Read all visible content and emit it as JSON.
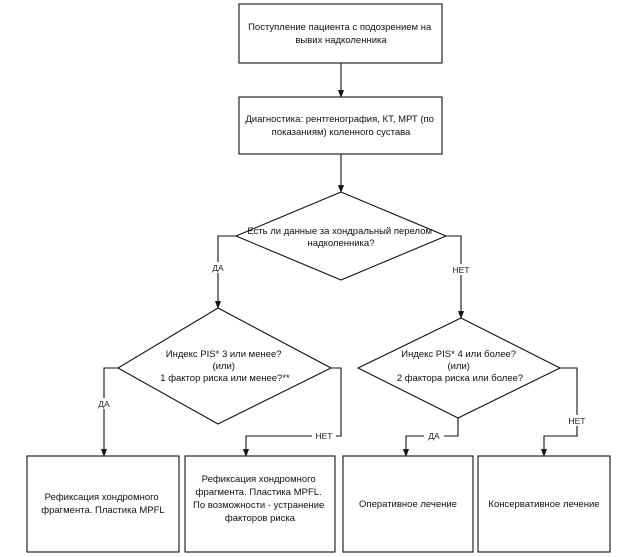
{
  "nodes": {
    "start": {
      "lines": [
        "Поступление пациента с подозрением на",
        "вывих надколенника"
      ]
    },
    "diagnostics": {
      "lines": [
        "Диагностика: рентгенография, КТ, МРТ (по",
        "показаниям) коленного сустава"
      ]
    },
    "decision_chondral": {
      "lines": [
        "Есть ли данные за хондральный перелом",
        "надколенника?"
      ]
    },
    "decision_pis_low": {
      "lines": [
        "Индекс PIS* 3 или менее?",
        "(или)",
        "1 фактор риска или менее?**"
      ]
    },
    "decision_pis_high": {
      "lines": [
        "Индекс PIS* 4 или более?",
        "(или)",
        "2 фактора риска или более?"
      ]
    },
    "outcome_fixation": {
      "lines": [
        "Рефиксация хондромного",
        "фрагмента. Пластика MPFL"
      ]
    },
    "outcome_fixation_risk": {
      "lines": [
        "Рефиксация хондромного",
        "фрагмента. Пластика MPFL.",
        "По возможности - устранение",
        "факторов риска"
      ]
    },
    "outcome_surgery": {
      "lines": [
        "Оперативное лечение"
      ]
    },
    "outcome_conservative": {
      "lines": [
        "Консервативное лечение"
      ]
    }
  },
  "edge_labels": {
    "chondral_yes": "ДА",
    "chondral_no": "НЕТ",
    "pis_low_yes": "ДА",
    "pis_low_no": "НЕТ",
    "pis_high_yes": "ДА",
    "pis_high_no": "НЕТ"
  },
  "colors": {
    "stroke": "#111111",
    "fill": "#ffffff",
    "text": "#111111"
  }
}
